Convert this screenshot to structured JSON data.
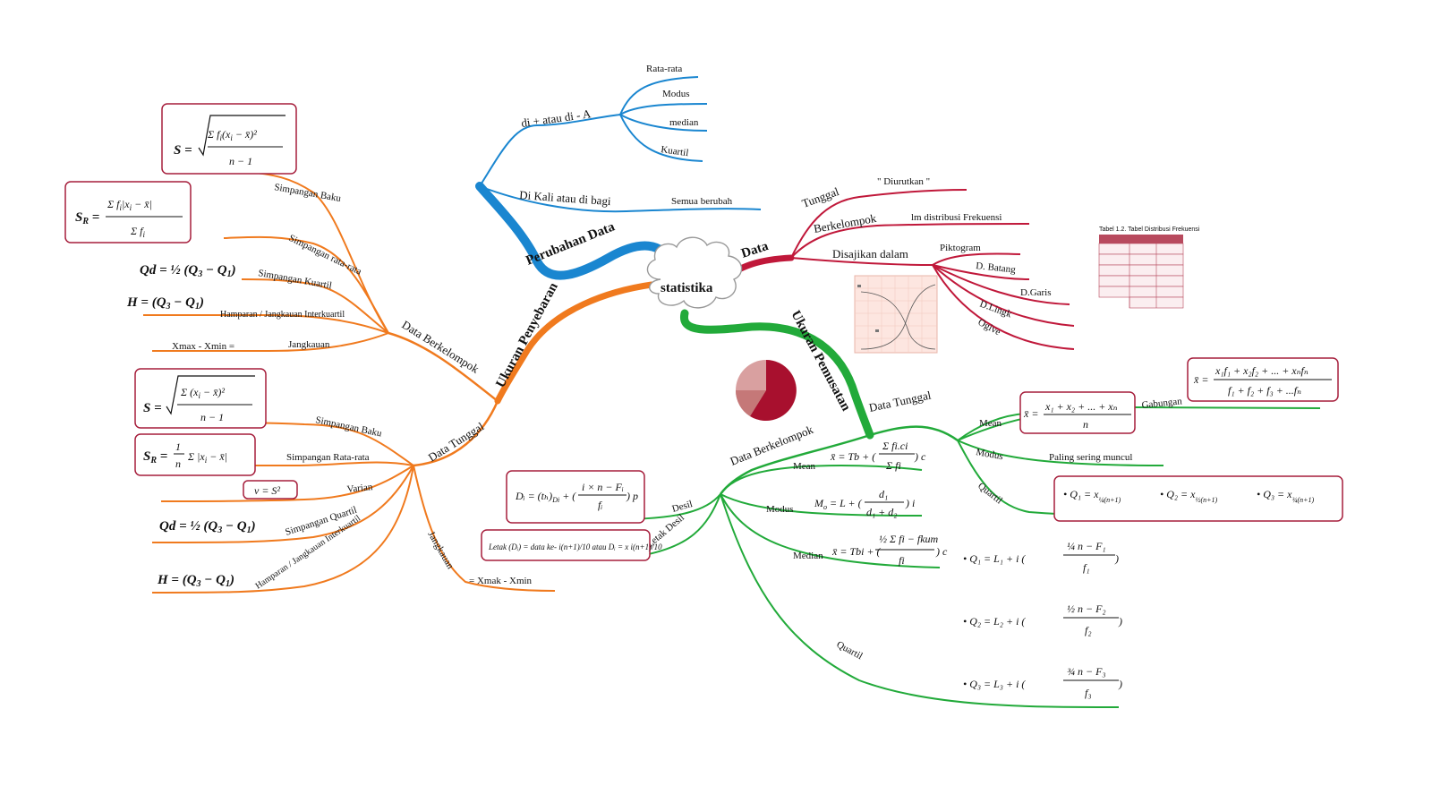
{
  "center": {
    "label": "statistika"
  },
  "colors": {
    "blue": "#1a86d0",
    "red": "#c0183a",
    "orange": "#f07a1e",
    "green": "#22aa3a",
    "box": "#a61e3c",
    "pie_dark": "#a8102e",
    "pie_light": "#d9a0a0"
  },
  "perubahan": {
    "title": "Perubahan Data",
    "tambah": "di + atau di - A",
    "tambah_items": [
      "Rata-rata",
      "Modus",
      "median",
      "Kuartil"
    ],
    "kali": "Di Kali atau di bagi",
    "kali_result": "Semua berubah"
  },
  "data": {
    "title": "Data",
    "tunggal": "Tunggal",
    "tunggal_note": "\" Diurutkan \"",
    "berkelompok": "Berkelompok",
    "berkelompok_note": "lm distribusi Frekuensi",
    "disajikan": "Disajikan dalam",
    "disajikan_items": [
      "Piktogram",
      "D. Batang",
      "D.Garis",
      "D.Lingk",
      "Ogive"
    ],
    "table_title": "Tabel 1.2. Tabel Distribusi Frekuensi"
  },
  "penyebaran": {
    "title": "Ukuran Penyebaran",
    "kelompok": "Data Berkelompok",
    "kelompok_items": [
      "Simpangan Baku",
      "Simpangan rata-rata",
      "Simpangan Kuartil",
      "Hamparan / Jangkauan Interkuartil",
      "Jangkauan"
    ],
    "xmax_xmin": "Xmax - Xmin =",
    "tunggal": "Data Tunggal",
    "tunggal_items": [
      "Simpangan Baku",
      "Simpangan Rata-rata",
      "Varian",
      "Simpangan Quartil",
      "Hamparan / Jangkauan Interkuartil",
      "Jangkauan"
    ],
    "xmak_xmin": "= Xmak - Xmin"
  },
  "pemusatan": {
    "title": "Ukuran Pemusatan",
    "tunggal": "Data Tunggal",
    "tunggal_items": [
      "Mean",
      "Gabungan",
      "Modus",
      "Quartil"
    ],
    "modus_note": "Paling sering muncul",
    "kelompok": "Data Berkelompok",
    "kelompok_items": [
      "Mean",
      "Modus",
      "Median",
      "Quartil"
    ],
    "desil": "Desil",
    "letak_desil": "Letak Desil"
  }
}
